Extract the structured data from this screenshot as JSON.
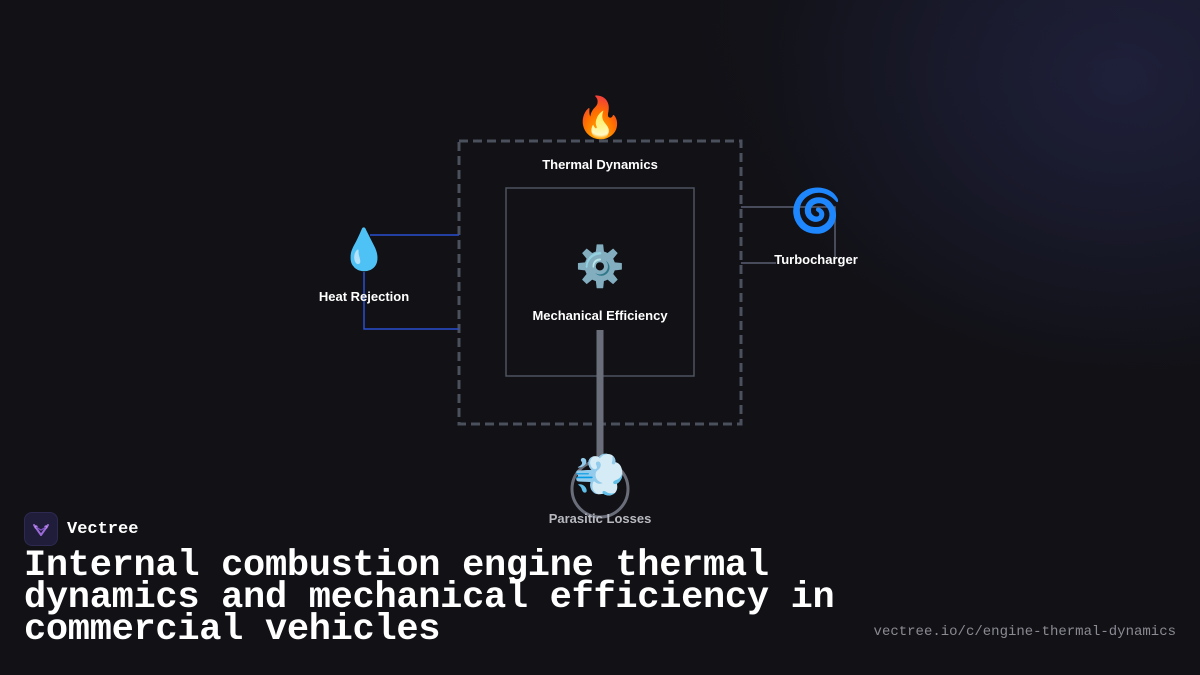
{
  "diagram": {
    "outer_group": {
      "label": "Thermal Dynamics",
      "icon": "fire-icon",
      "icon_glyph": "🔥"
    },
    "inner_group": {
      "label": "Mechanical Efficiency",
      "icon": "gear-icon",
      "icon_glyph": "⚙️"
    },
    "nodes": {
      "heat_rejection": {
        "label": "Heat Rejection",
        "icon": "droplet-icon",
        "icon_glyph": "💧"
      },
      "turbocharger": {
        "label": "Turbocharger",
        "icon": "cyclone-icon",
        "icon_glyph": "🌀"
      },
      "parasitic_losses": {
        "label": "Parasitic Losses",
        "icon": "dash-wind-icon",
        "icon_glyph": "💨"
      }
    },
    "colors": {
      "heat_rejection_connector": "#2a4fd0",
      "turbocharger_connector": "#5a6070",
      "parasitic_connector": "#6a6e7a",
      "outer_border": "#4a505c",
      "inner_border": "#4e535e"
    }
  },
  "branding": {
    "name": "Vectree",
    "logo_icon": "vectree-logo-icon"
  },
  "headline": "Internal combustion engine thermal dynamics and mechanical efficiency in commercial vehicles",
  "url": "vectree.io/c/engine-thermal-dynamics"
}
